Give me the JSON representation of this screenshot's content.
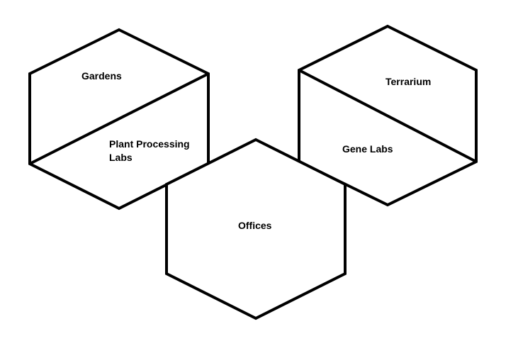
{
  "diagram": {
    "line_color": "#000000",
    "background_color": "#ffffff",
    "regions": {
      "gardens": "Gardens",
      "plant_processing_line1": "Plant Processing",
      "plant_processing_line2": "Labs",
      "terrarium": "Terrarium",
      "gene_labs": "Gene Labs",
      "offices": "Offices"
    }
  }
}
